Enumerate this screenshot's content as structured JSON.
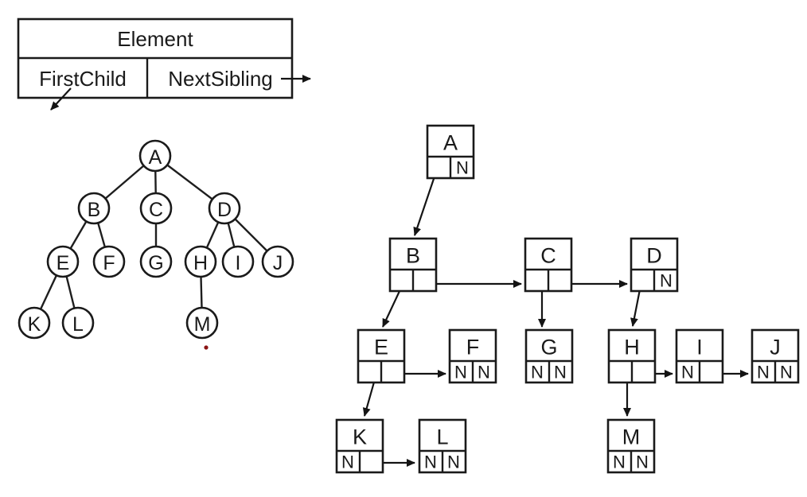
{
  "legend": {
    "title": "Element",
    "first_child_label": "FirstChild",
    "next_sibling_label": "NextSibling"
  },
  "tree": {
    "nodes": [
      {
        "id": "A",
        "label": "A"
      },
      {
        "id": "B",
        "label": "B"
      },
      {
        "id": "C",
        "label": "C"
      },
      {
        "id": "D",
        "label": "D"
      },
      {
        "id": "E",
        "label": "E"
      },
      {
        "id": "F",
        "label": "F"
      },
      {
        "id": "G",
        "label": "G"
      },
      {
        "id": "H",
        "label": "H"
      },
      {
        "id": "I",
        "label": "I"
      },
      {
        "id": "J",
        "label": "J"
      },
      {
        "id": "K",
        "label": "K"
      },
      {
        "id": "L",
        "label": "L"
      },
      {
        "id": "M",
        "label": "M"
      }
    ],
    "edges": [
      [
        "A",
        "B"
      ],
      [
        "A",
        "C"
      ],
      [
        "A",
        "D"
      ],
      [
        "B",
        "E"
      ],
      [
        "B",
        "F"
      ],
      [
        "C",
        "G"
      ],
      [
        "D",
        "H"
      ],
      [
        "D",
        "I"
      ],
      [
        "D",
        "J"
      ],
      [
        "E",
        "K"
      ],
      [
        "E",
        "L"
      ],
      [
        "H",
        "M"
      ]
    ]
  },
  "linked": {
    "null_marker": "N",
    "nodes": [
      {
        "label": "A",
        "first_child": "B",
        "next_sibling": "N"
      },
      {
        "label": "B",
        "first_child": "E",
        "next_sibling": "C"
      },
      {
        "label": "C",
        "first_child": "G",
        "next_sibling": "D"
      },
      {
        "label": "D",
        "first_child": "H",
        "next_sibling": "N"
      },
      {
        "label": "E",
        "first_child": "K",
        "next_sibling": "F"
      },
      {
        "label": "F",
        "first_child": "N",
        "next_sibling": "N"
      },
      {
        "label": "G",
        "first_child": "N",
        "next_sibling": "N"
      },
      {
        "label": "H",
        "first_child": "M",
        "next_sibling": "I"
      },
      {
        "label": "I",
        "first_child": "N",
        "next_sibling": "J"
      },
      {
        "label": "J",
        "first_child": "N",
        "next_sibling": "N"
      },
      {
        "label": "K",
        "first_child": "N",
        "next_sibling": "L"
      },
      {
        "label": "L",
        "first_child": "N",
        "next_sibling": "N"
      },
      {
        "label": "M",
        "first_child": "N",
        "next_sibling": "N"
      }
    ]
  },
  "colors": {
    "line": "#1a1a1a",
    "background": "#ffffff",
    "red_dot": "#8b1515"
  }
}
